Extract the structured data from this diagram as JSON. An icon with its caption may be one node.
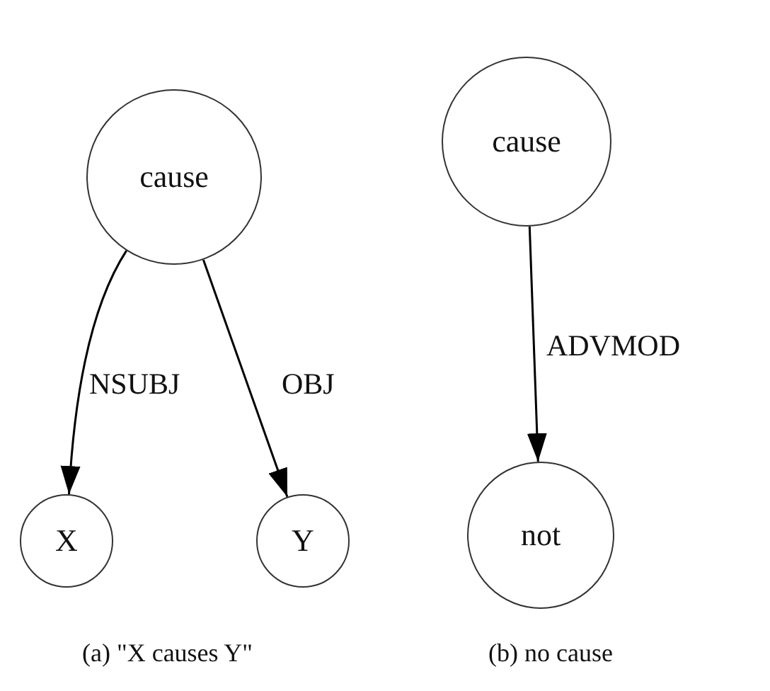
{
  "diagram": {
    "nodes": [
      {
        "text": [
          "cause"
        ]
      },
      {
        "text": [
          "X"
        ]
      },
      {
        "text": [
          "Y"
        ]
      },
      {
        "text": [
          "cause"
        ]
      },
      {
        "text": [
          "not"
        ]
      }
    ],
    "edges": [
      {
        "from": 0,
        "to": 1,
        "arrow": "to",
        "label": "NSUBJ"
      },
      {
        "from": 0,
        "to": 2,
        "arrow": "to",
        "label": "OBJ"
      },
      {
        "from": 3,
        "to": 4,
        "arrow": "to",
        "label": "ADVMOD"
      }
    ],
    "labels": [
      "(a) \"X causes Y\"",
      "(b) no cause"
    ]
  }
}
